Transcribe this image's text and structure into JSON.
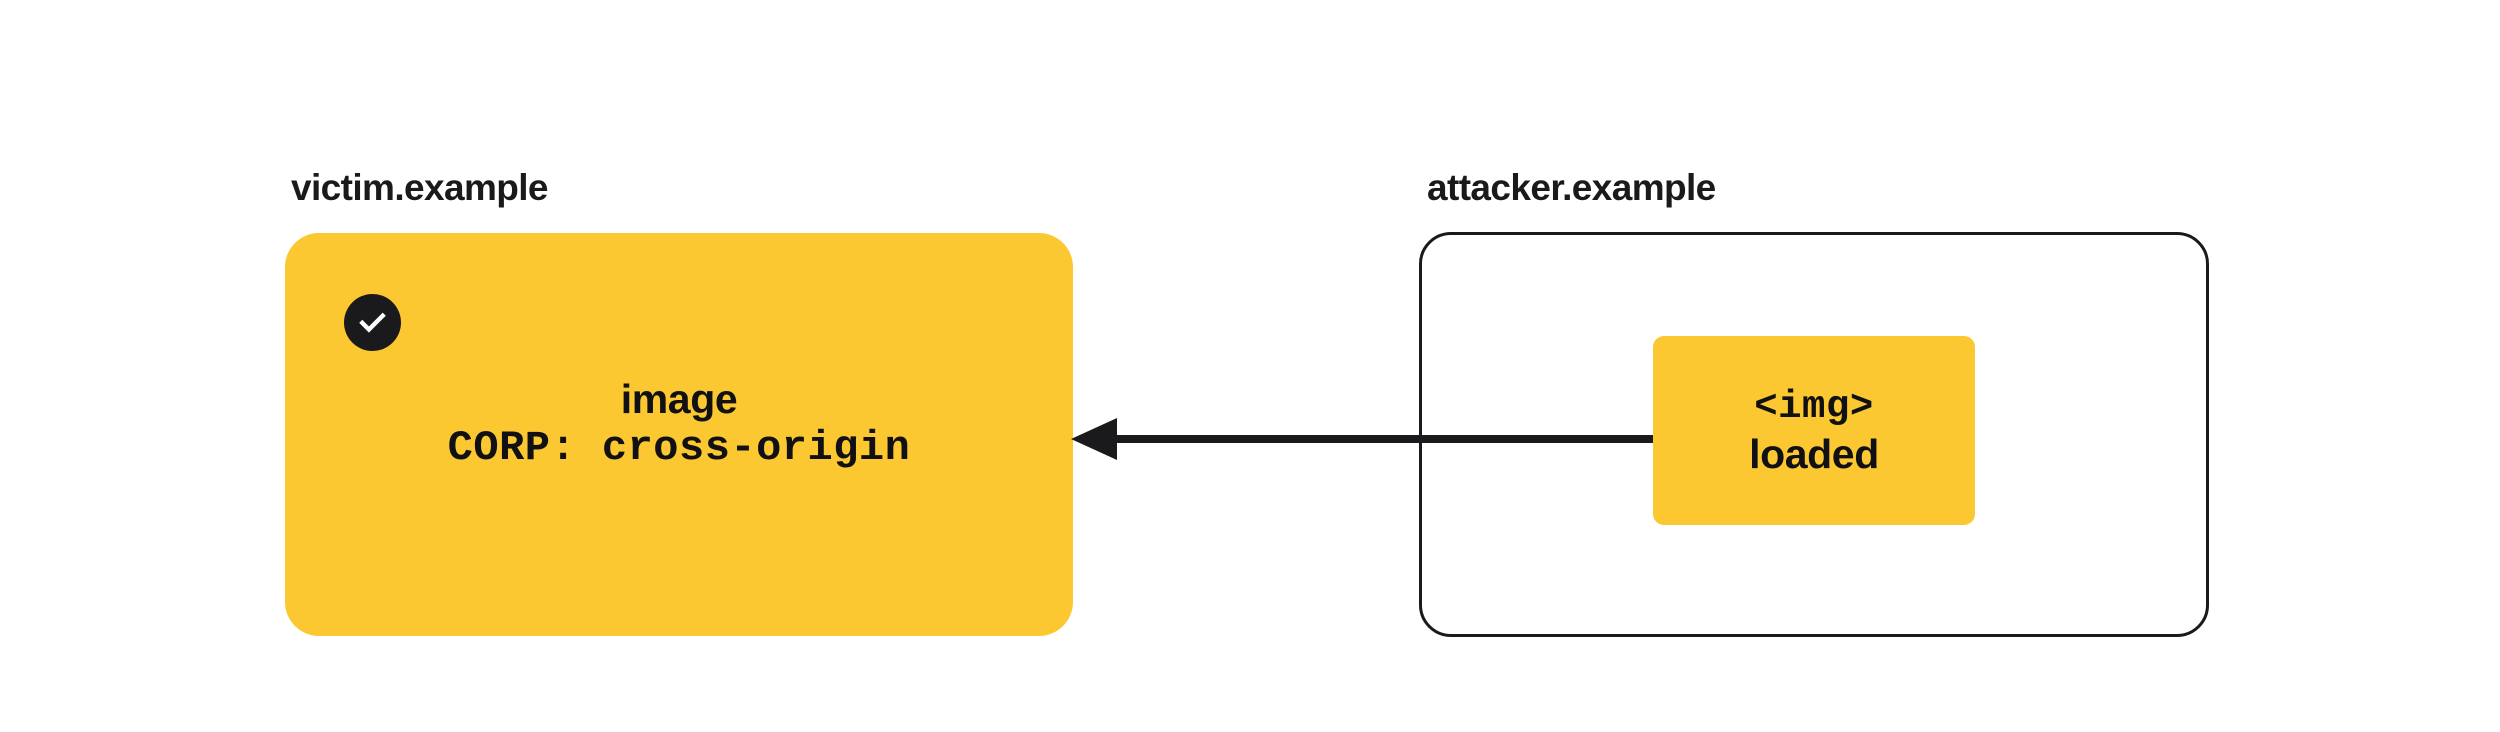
{
  "diagram": {
    "title_visible": false,
    "background_color": "#ffffff",
    "accent_color": "#fbc832",
    "ink_color": "#1a1a1c",
    "groups": [
      {
        "id": "victim",
        "label": "victim.example",
        "style": "filled",
        "fill_color": "#fbc832",
        "badge": {
          "icon": "check-icon",
          "shape": "circle",
          "background": "#1a1a1c",
          "glyph_color": "#ffffff",
          "meaning": "allowed"
        },
        "resource": {
          "name": "image",
          "header": "CORP: cross-origin"
        }
      },
      {
        "id": "attacker",
        "label": "attacker.example",
        "style": "outlined",
        "border_color": "#1a1a1c",
        "fill_color": "#ffffff",
        "node": {
          "tag": "<img>",
          "state": "loaded",
          "fill_color": "#fbc832"
        }
      }
    ],
    "arrow": {
      "from": "attacker.example <img>",
      "to": "victim.example image",
      "direction": "right-to-left",
      "head": "left",
      "color": "#1a1a1c",
      "label": ""
    }
  }
}
